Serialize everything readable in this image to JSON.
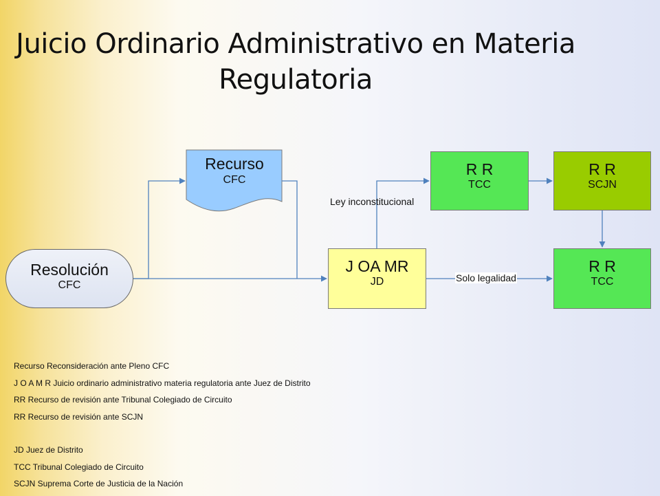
{
  "title": {
    "line1": "Juicio Ordinario Administrativo en Materia",
    "line2": "Regulatoria"
  },
  "nodes": {
    "resolucion": {
      "main": "Resolución",
      "sub": "CFC"
    },
    "recurso": {
      "main": "Recurso",
      "sub": "CFC"
    },
    "joamr": {
      "main": "J OA MR",
      "sub": "JD"
    },
    "rr_tcc_top": {
      "main": "R R",
      "sub": "TCC"
    },
    "rr_scjn": {
      "main": "R R",
      "sub": "SCJN"
    },
    "rr_tcc_bottom": {
      "main": "R R",
      "sub": "TCC"
    }
  },
  "edges": {
    "ley_inconstitucional": "Ley inconstitucional",
    "solo_legalidad": "Solo legalidad"
  },
  "legend": {
    "l1": "Recurso Reconsideración ante Pleno CFC",
    "l2": "J O A M R Juicio ordinario administrativo materia regulatoria ante Juez de Distrito",
    "l3": "RR Recurso de revisión ante Tribunal Colegiado de Circuito",
    "l4": "RR Recurso de revisión ante SCJN",
    "l5": "JD Juez de Distrito",
    "l6": "TCC Tribunal Colegiado de Circuito",
    "l7": "SCJN Suprema Corte de Justicia de la Nación"
  },
  "colors": {
    "connector": "#4f81bd",
    "recurso_fill": "#99ccff",
    "joamr_fill": "#ffff99",
    "rr_tcc_fill": "#55e755",
    "rr_scjn_fill": "#99cc00",
    "resolucion_fill": "#dde3f1"
  }
}
